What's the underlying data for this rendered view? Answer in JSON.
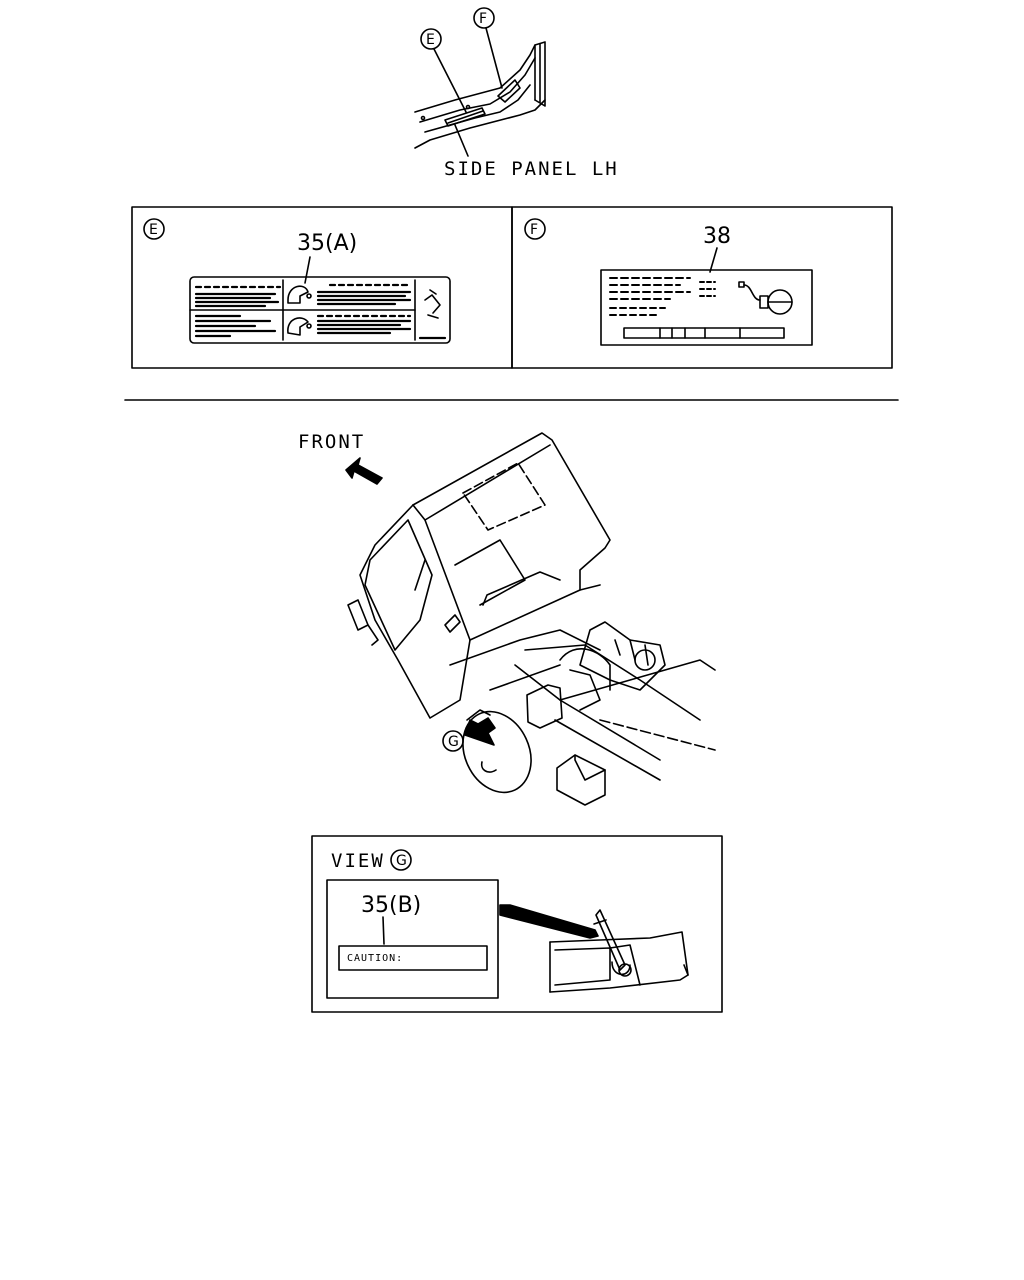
{
  "top_view": {
    "callout_e": "E",
    "callout_f": "F",
    "caption": "SIDE PANEL LH"
  },
  "panel_e": {
    "callout": "E",
    "part_ref": "35(A)"
  },
  "panel_f": {
    "callout": "F",
    "part_ref": "38"
  },
  "truck_view": {
    "direction_label": "FRONT",
    "callout_g": "G"
  },
  "view_g": {
    "title": "VIEW",
    "callout": "G",
    "part_ref": "35(B)",
    "label_text": "CAUTION:"
  }
}
